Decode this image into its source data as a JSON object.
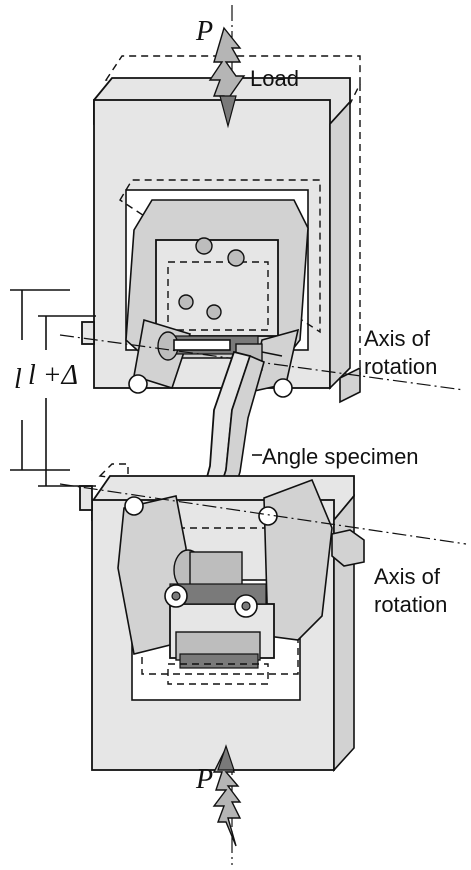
{
  "labels": {
    "load_top_symbol": "P",
    "load_bottom_symbol": "P",
    "load": "Load",
    "axis_top_line1": "Axis of",
    "axis_top_line2": "rotation",
    "axis_bottom_line1": "Axis of",
    "axis_bottom_line2": "rotation",
    "angle_specimen": "Angle specimen",
    "dim_l": "l",
    "dim_l_plus_delta": "l +Δ"
  },
  "colors": {
    "line": "#111111",
    "frame_fill": "#e6e6e6",
    "arrow_fill": "#b5b5b5"
  }
}
